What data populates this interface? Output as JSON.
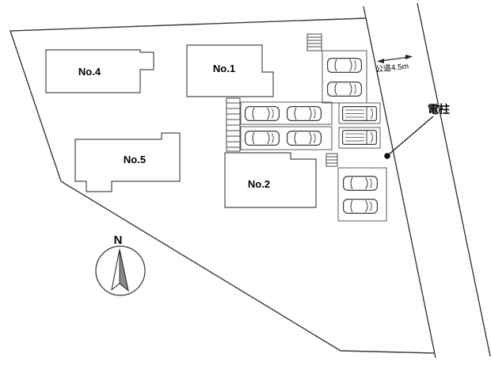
{
  "site_plan": {
    "houses": {
      "no1": {
        "label": "No.1"
      },
      "no2": {
        "label": "No.2"
      },
      "no4": {
        "label": "No.4"
      },
      "no5": {
        "label": "No.5"
      }
    },
    "road": {
      "width_label": "公道4.5m"
    },
    "utility_pole": {
      "label": "電柱"
    },
    "compass": {
      "north_label": "N"
    }
  },
  "colors": {
    "line": "#3a3a3a",
    "text": "#000000",
    "background": "#ffffff"
  }
}
